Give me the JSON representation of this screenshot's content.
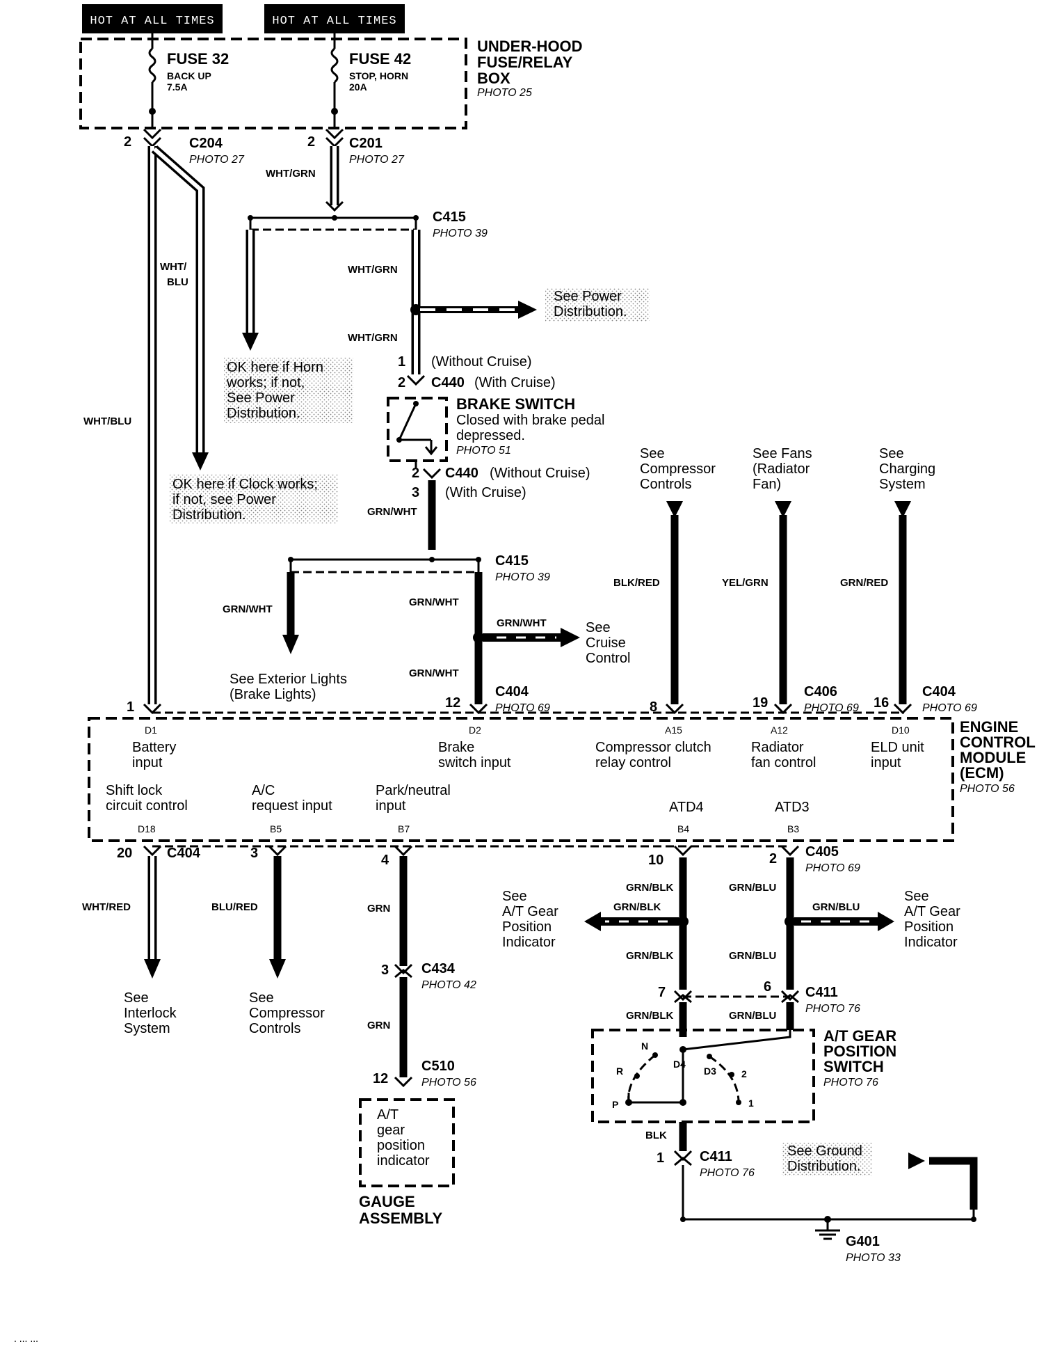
{
  "header": {
    "hot1": "HOT AT ALL TIMES",
    "hot2": "HOT AT ALL TIMES"
  },
  "fusebox": {
    "title1": "UNDER-HOOD",
    "title2": "FUSE/RELAY",
    "title3": "BOX",
    "photo": "PHOTO 25",
    "fuse32_name": "FUSE 32",
    "fuse32_desc": "BACK UP",
    "fuse32_amp": "7.5A",
    "fuse42_name": "FUSE 42",
    "fuse42_desc": "STOP, HORN",
    "fuse42_amp": "20A"
  },
  "connectors": {
    "c204": "C204",
    "c204_photo": "PHOTO 27",
    "c204_pin": "2",
    "c201": "C201",
    "c201_photo": "PHOTO 27",
    "c201_pin": "2",
    "c415a": "C415",
    "c415a_photo": "PHOTO 39",
    "c440_pin1": "1",
    "c440_without": "(Without Cruise)",
    "c440_pin2": "2",
    "c440": "C440",
    "c440_with": "(With Cruise)",
    "c440b_pin2": "2",
    "c440b": "C440",
    "c440b_without": "(Without Cruise)",
    "c440b_pin3": "3",
    "c440b_with": "(With Cruise)",
    "c415b": "C415",
    "c415b_photo": "PHOTO 39",
    "c404a": "C404",
    "c404a_photo": "PHOTO 69",
    "c404a_pin": "12",
    "c406": "C406",
    "c406_photo": "PHOTO 69",
    "c406_pin": "19",
    "c404b": "C404",
    "c404b_photo": "PHOTO 69",
    "c404b_pin": "16",
    "pin1": "1",
    "pin8": "8",
    "c404c": "C404",
    "c404c_pin": "20",
    "pin3": "3",
    "pin4": "4",
    "c405": "C405",
    "c405_photo": "PHOTO 69",
    "c405_pin10": "10",
    "c405_pin2": "2",
    "c434": "C434",
    "c434_photo": "PHOTO 42",
    "c434_pin": "3",
    "c411a": "C411",
    "c411a_photo": "PHOTO 76",
    "c411a_pin7": "7",
    "c411a_pin6": "6",
    "c510": "C510",
    "c510_photo": "PHOTO 56",
    "c510_pin": "12",
    "c411b": "C411",
    "c411b_photo": "PHOTO 76",
    "c411b_pin": "1",
    "g401": "G401",
    "g401_photo": "PHOTO 33"
  },
  "wires": {
    "wht_grn_1": "WHT/GRN",
    "wht_grn_2": "WHT/GRN",
    "wht_grn_3": "WHT/GRN",
    "wht_blu_a": "WHT/",
    "wht_blu_b": "BLU",
    "wht_blu_main": "WHT/BLU",
    "grn_wht_1": "GRN/WHT",
    "grn_wht_2": "GRN/WHT",
    "grn_wht_3": "GRN/WHT",
    "grn_wht_4": "GRN/WHT",
    "grn_wht_5": "GRN/WHT",
    "blk_red": "BLK/RED",
    "yel_grn": "YEL/GRN",
    "grn_red": "GRN/RED",
    "wht_red": "WHT/RED",
    "blu_red": "BLU/RED",
    "grn_1": "GRN",
    "grn_2": "GRN",
    "grn_blk_1": "GRN/BLK",
    "grn_blk_2": "GRN/BLK",
    "grn_blk_3": "GRN/BLK",
    "grn_blk_4": "GRN/BLK",
    "grn_blu_1": "GRN/BLU",
    "grn_blu_2": "GRN/BLU",
    "grn_blu_3": "GRN/BLU",
    "grn_blu_4": "GRN/BLU",
    "blk": "BLK"
  },
  "notes": {
    "see_power_1": "See Power",
    "see_power_2": "Distribution.",
    "horn_1": "OK here if Horn",
    "horn_2": "works; if not,",
    "horn_3": "See Power",
    "horn_4": "Distribution.",
    "clock_1": "OK here if Clock works;",
    "clock_2": "if not, see Power",
    "clock_3": "Distribution.",
    "compressor_1": "See",
    "compressor_2": "Compressor",
    "compressor_3": "Controls",
    "fans_1": "See Fans",
    "fans_2": "(Radiator",
    "fans_3": "Fan)",
    "charging_1": "See",
    "charging_2": "Charging",
    "charging_3": "System",
    "extlights_1": "See Exterior Lights",
    "extlights_2": "(Brake Lights)",
    "cruise_1": "See",
    "cruise_2": "Cruise",
    "cruise_3": "Control",
    "interlock_1": "See",
    "interlock_2": "Interlock",
    "interlock_3": "System",
    "comp2_1": "See",
    "comp2_2": "Compressor",
    "comp2_3": "Controls",
    "atgear_l1": "See",
    "atgear_l2": "A/T Gear",
    "atgear_l3": "Position",
    "atgear_l4": "Indicator",
    "atgear_r1": "See",
    "atgear_r2": "A/T Gear",
    "atgear_r3": "Position",
    "atgear_r4": "Indicator",
    "ground_1": "See Ground",
    "ground_2": "Distribution."
  },
  "brake_switch": {
    "title": "BRAKE SWITCH",
    "desc1": "Closed with brake pedal",
    "desc2": "depressed.",
    "photo": "PHOTO 51"
  },
  "ecm": {
    "title1": "ENGINE",
    "title2": "CONTROL",
    "title3": "MODULE",
    "title4": "(ECM)",
    "photo": "PHOTO 56",
    "d1": "D1",
    "battery_1": "Battery",
    "battery_2": "input",
    "d2": "D2",
    "brake_1": "Brake",
    "brake_2": "switch input",
    "a15": "A15",
    "comp_1": "Compressor clutch",
    "comp_2": "relay control",
    "a12": "A12",
    "rad_1": "Radiator",
    "rad_2": "fan control",
    "d10": "D10",
    "eld_1": "ELD unit",
    "eld_2": "input",
    "shift_1": "Shift lock",
    "shift_2": "circuit control",
    "d18": "D18",
    "ac_1": "A/C",
    "ac_2": "request input",
    "b5": "B5",
    "park_1": "Park/neutral",
    "park_2": "input",
    "b7": "B7",
    "atd4": "ATD4",
    "b4": "B4",
    "atd3": "ATD3",
    "b3": "B3"
  },
  "gauge": {
    "inner1": "A/T",
    "inner2": "gear",
    "inner3": "position",
    "inner4": "indicator",
    "title1": "GAUGE",
    "title2": "ASSEMBLY"
  },
  "at_switch": {
    "title1": "A/T GEAR",
    "title2": "POSITION",
    "title3": "SWITCH",
    "photo": "PHOTO 76",
    "n": "N",
    "r": "R",
    "p": "P",
    "d4": "D4",
    "d3": "D3",
    "two": "2",
    "one": "1"
  },
  "footer": {
    "mark": ". ... ..."
  }
}
